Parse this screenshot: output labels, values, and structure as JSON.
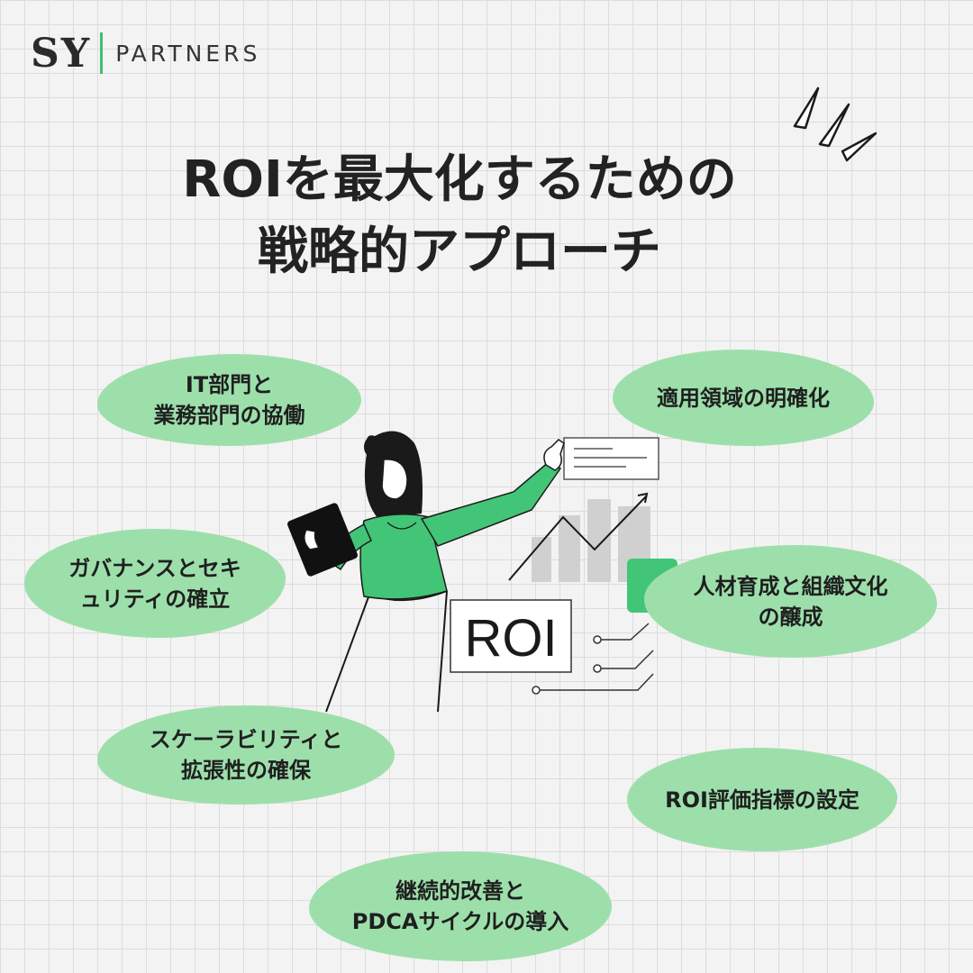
{
  "brand": {
    "mark": "SY",
    "name": "PARTNERS",
    "accent_color": "#3cbf6d"
  },
  "title": {
    "line1": "ROIを最大化するための",
    "line2": "戦略的アプローチ"
  },
  "illustration": {
    "label": "ROI"
  },
  "bubbles": [
    {
      "line1": "IT部門と",
      "line2": "業務部門の協働"
    },
    {
      "line1": "適用領域の明確化",
      "line2": ""
    },
    {
      "line1": "ガバナンスとセキ",
      "line2": "ュリティの確立"
    },
    {
      "line1": "人材育成と組織文化",
      "line2": "の醸成"
    },
    {
      "line1": "スケーラビリティと",
      "line2": "拡張性の確保"
    },
    {
      "line1": "ROI評価指標の設定",
      "line2": ""
    },
    {
      "line1": "継続的改善と",
      "line2": "PDCAサイクルの導入"
    }
  ],
  "colors": {
    "bubble": "#9ddfab",
    "shirt": "#42c577",
    "background": "#f3f3f3",
    "grid": "#dcdcdc"
  }
}
